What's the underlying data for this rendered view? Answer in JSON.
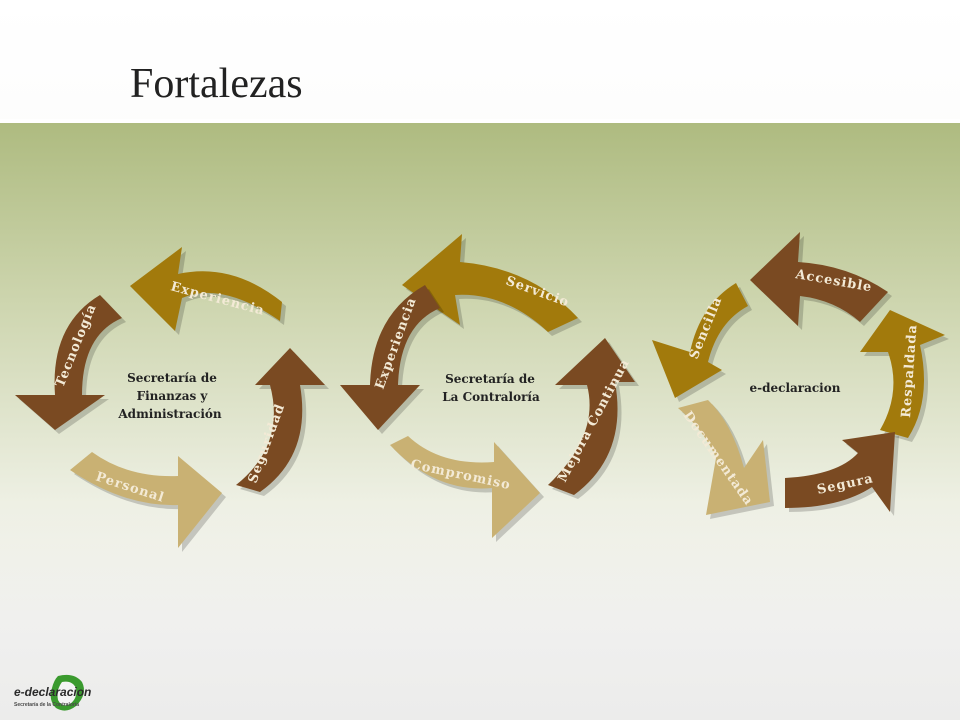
{
  "title": "Fortalezas",
  "colors": {
    "dark_brown": "#7a4a22",
    "gold": "#a27a0c",
    "tan": "#c9b173",
    "band_green": "#aebb80"
  },
  "cycles": [
    {
      "center": [
        "Secretaría de",
        "Finanzas y",
        "Administración"
      ],
      "arrows": [
        "Experiencia",
        "Seguridad",
        "Personal",
        "Tecnología"
      ]
    },
    {
      "center": [
        "Secretaría de",
        "La Contraloría"
      ],
      "arrows": [
        "Servicio",
        "Mejora Continua",
        "Compromiso",
        "Experiencia"
      ]
    },
    {
      "center": [
        "e-declaracion"
      ],
      "arrows": [
        "Accesible",
        "Respaldada",
        "Segura",
        "Documentada",
        "Sencilla"
      ]
    }
  ],
  "logo": {
    "text": "e-declaracion",
    "subtitle": "Secretaría de la Contraloría"
  }
}
